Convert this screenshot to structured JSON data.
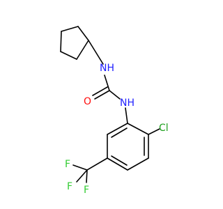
{
  "molecule": {
    "atoms": [
      {
        "id": "n1",
        "symbol": "N",
        "hydrogen": "H",
        "color": "#1f1fff"
      },
      {
        "id": "n2",
        "symbol": "N",
        "hydrogen": "H",
        "color": "#1f1fff"
      },
      {
        "id": "o1",
        "symbol": "O",
        "hydrogen": "",
        "color": "#ff0d0d"
      },
      {
        "id": "cl1",
        "symbol": "Cl",
        "hydrogen": "",
        "color": "#1fa01f"
      },
      {
        "id": "f1",
        "symbol": "F",
        "hydrogen": "",
        "color": "#33cc33"
      },
      {
        "id": "f2",
        "symbol": "F",
        "hydrogen": "",
        "color": "#33cc33"
      },
      {
        "id": "f3",
        "symbol": "F",
        "hydrogen": "",
        "color": "#33cc33"
      }
    ]
  }
}
